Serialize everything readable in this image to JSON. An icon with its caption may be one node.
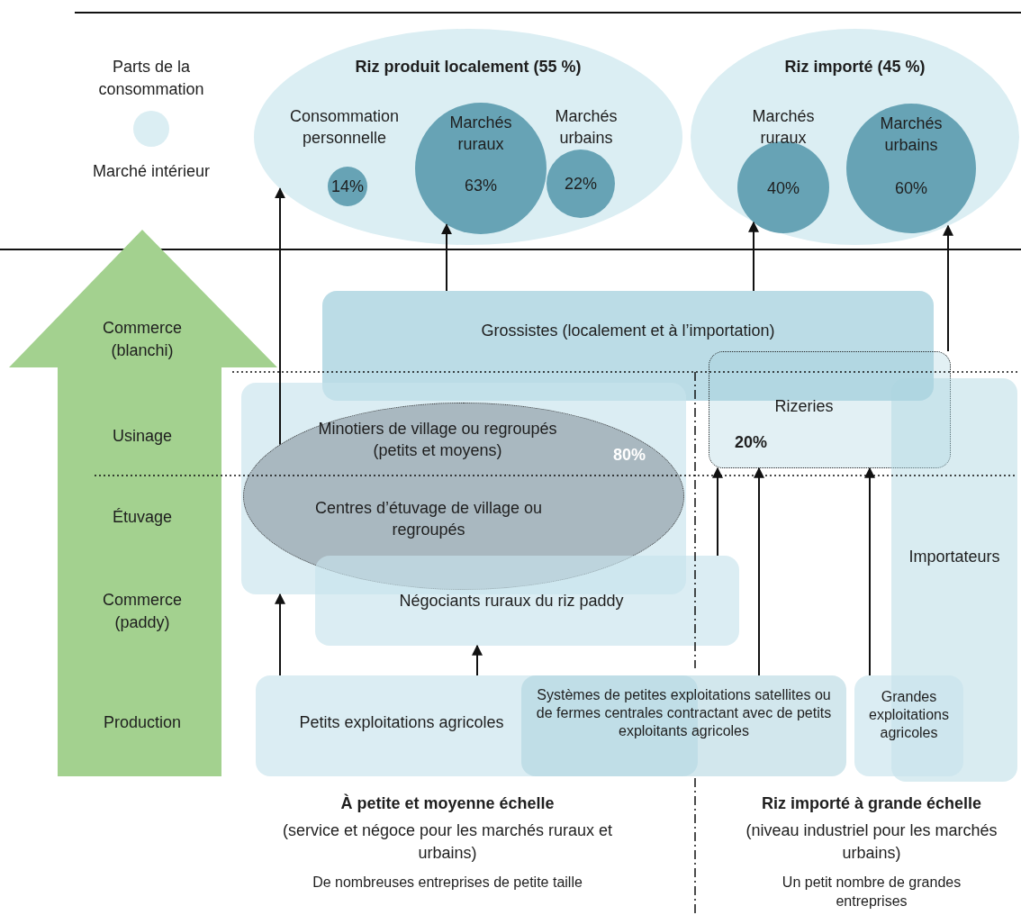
{
  "diagram": {
    "nodes": [
      {
        "text": [
          "Riz produit localement (55 %)"
        ]
      },
      {
        "text": [
          "Consommation personnelle",
          "14%"
        ],
        "in": 0
      },
      {
        "text": [
          "Marchés ruraux",
          "63%"
        ],
        "in": 0
      },
      {
        "text": [
          "Marchés urbains",
          "22%"
        ],
        "in": 0
      },
      {
        "text": [
          "Riz importé (45 %)"
        ]
      },
      {
        "text": [
          "Marchés ruraux",
          "40%"
        ],
        "in": 4
      },
      {
        "text": [
          "Marchés urbains",
          "60%"
        ],
        "in": 4
      },
      {
        "text": [
          "Grossistes (localement et à l’importation)"
        ]
      },
      {
        "text": [],
        "shape": "box"
      },
      {
        "text": [
          "Minotiers de village ou regroupés (petits et moyens)",
          "80%",
          "Centres d’étuvage de village ou regroupés"
        ],
        "in": 8
      },
      {
        "text": [
          "Rizeries",
          "20%"
        ]
      },
      {
        "text": [
          "Importateurs"
        ]
      },
      {
        "text": [
          "Négociants ruraux du riz paddy"
        ]
      },
      {
        "text": [
          "Petits exploitations agricoles"
        ]
      },
      {
        "text": [
          "Systèmes de petites exploitations satellites ou de fermes centrales contractant avec de petits exploitants agricoles"
        ]
      },
      {
        "text": [
          "Grandes exploitations agricoles"
        ]
      }
    ],
    "edges": [
      {
        "from": 9,
        "to": 0,
        "arrow": "to"
      },
      {
        "from": 7,
        "to": 2,
        "arrow": "to"
      },
      {
        "from": 7,
        "to": 5,
        "arrow": "to"
      },
      {
        "from": 10,
        "to": 4,
        "arrow": "to"
      },
      {
        "from": 13,
        "to": 8,
        "arrow": "to"
      },
      {
        "from": 13,
        "to": 12,
        "arrow": "to"
      },
      {
        "from": 12,
        "to": 10,
        "arrow": "to"
      },
      {
        "from": 14,
        "to": 10,
        "arrow": "to"
      },
      {
        "from": 15,
        "to": 10,
        "arrow": "to"
      }
    ],
    "labels": [
      "Parts de la consommation",
      "Marché intérieur",
      "Commerce (blanchi)",
      "Usinage",
      "Étuvage",
      "Commerce (paddy)",
      "Production",
      "À petite et moyenne échelle",
      "(service et négoce pour les marchés ruraux et urbains)",
      "De nombreuses entreprises de petite taille",
      "Riz importé à grande échelle",
      "(niveau industriel pour les marchés urbains)",
      "Un petit nombre de grandes entreprises"
    ]
  }
}
